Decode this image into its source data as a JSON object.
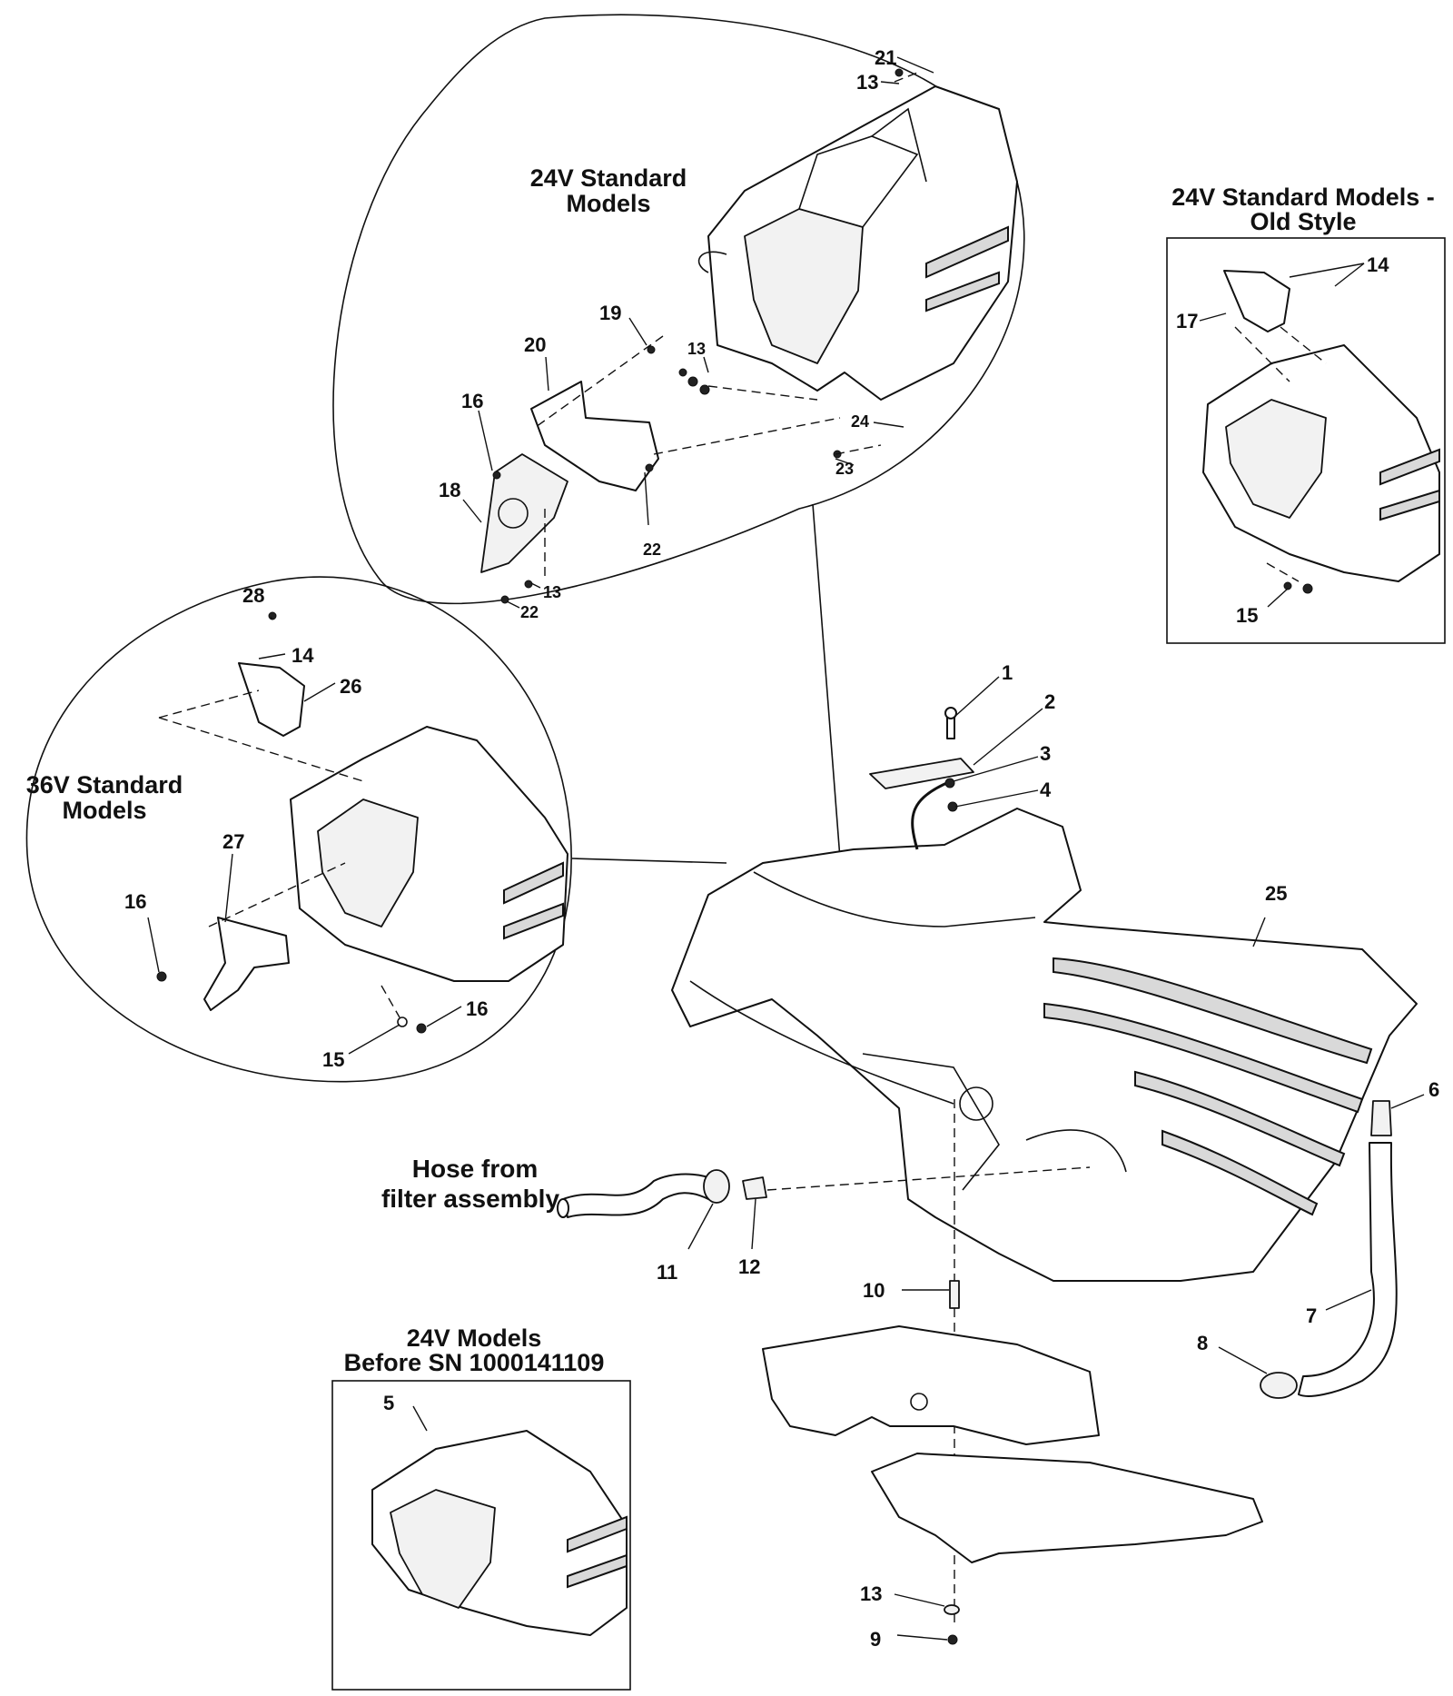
{
  "captions": {
    "std24": [
      "24V Standard",
      "Models"
    ],
    "old24": [
      "24V Standard Models -",
      "Old Style"
    ],
    "std36": [
      "36V Standard",
      "Models"
    ],
    "before24": [
      "24V Models",
      "Before SN 1000141109"
    ],
    "hose": [
      "Hose from",
      "filter assembly"
    ]
  },
  "callouts": {
    "c21": "21",
    "c13a": "13",
    "c19": "19",
    "c20": "20",
    "c13b": "13",
    "c16a": "16",
    "c18": "18",
    "c22a": "22",
    "c24": "24",
    "c23": "23",
    "c13c": "13",
    "c22b": "22",
    "c14a": "14",
    "c17": "17",
    "c15a": "15",
    "c28": "28",
    "c14b": "14",
    "c26": "26",
    "c27": "27",
    "c16b": "16",
    "c16c": "16",
    "c15b": "15",
    "c1": "1",
    "c2": "2",
    "c3": "3",
    "c4": "4",
    "c25": "25",
    "c6": "6",
    "c7": "7",
    "c8": "8",
    "c10": "10",
    "c11": "11",
    "c12": "12",
    "c13d": "13",
    "c9": "9",
    "c5": "5"
  }
}
